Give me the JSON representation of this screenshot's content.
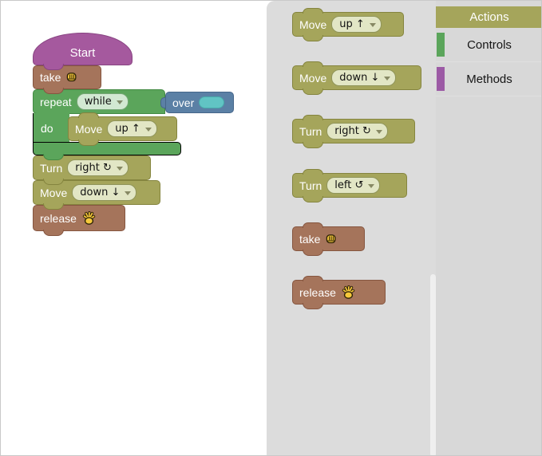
{
  "colors": {
    "olive": "#a5a55b",
    "green": "#5ba55b",
    "brown": "#a5745b",
    "purple": "#a5599e",
    "blue": "#5b80a5",
    "teal_slot": "#61c4c4",
    "flyout_bg": "#dcdcdc",
    "toolbox_bg": "#d8d8d8",
    "selected_category_bg": "#a5a55b"
  },
  "workspace": {
    "start": {
      "label": "Start"
    },
    "take": {
      "label": "take",
      "icon": "fist"
    },
    "repeat": {
      "label": "repeat",
      "condition": "while",
      "do_label": "do"
    },
    "over": {
      "label": "over",
      "slot": "empty"
    },
    "inner_move": {
      "label": "Move",
      "value": "up ↑"
    },
    "turn": {
      "label": "Turn",
      "value": "right ↻"
    },
    "move": {
      "label": "Move",
      "value": "down ↓"
    },
    "release": {
      "label": "release",
      "icon": "open-hand"
    }
  },
  "flyout": {
    "blocks": [
      {
        "label": "Move",
        "value": "up ↑",
        "type": "olive"
      },
      {
        "label": "Move",
        "value": "down ↓",
        "type": "olive"
      },
      {
        "label": "Turn",
        "value": "right ↻",
        "type": "olive"
      },
      {
        "label": "Turn",
        "value": "left ↺",
        "type": "olive"
      },
      {
        "label": "take",
        "icon": "fist",
        "type": "brown"
      },
      {
        "label": "release",
        "icon": "open-hand",
        "type": "brown"
      }
    ]
  },
  "toolbox": {
    "categories": [
      {
        "label": "Actions",
        "color": "#a5a55b",
        "selected": true
      },
      {
        "label": "Controls",
        "color": "#5ba55b",
        "selected": false
      },
      {
        "label": "Methods",
        "color": "#9c5aa5",
        "selected": false
      }
    ]
  }
}
